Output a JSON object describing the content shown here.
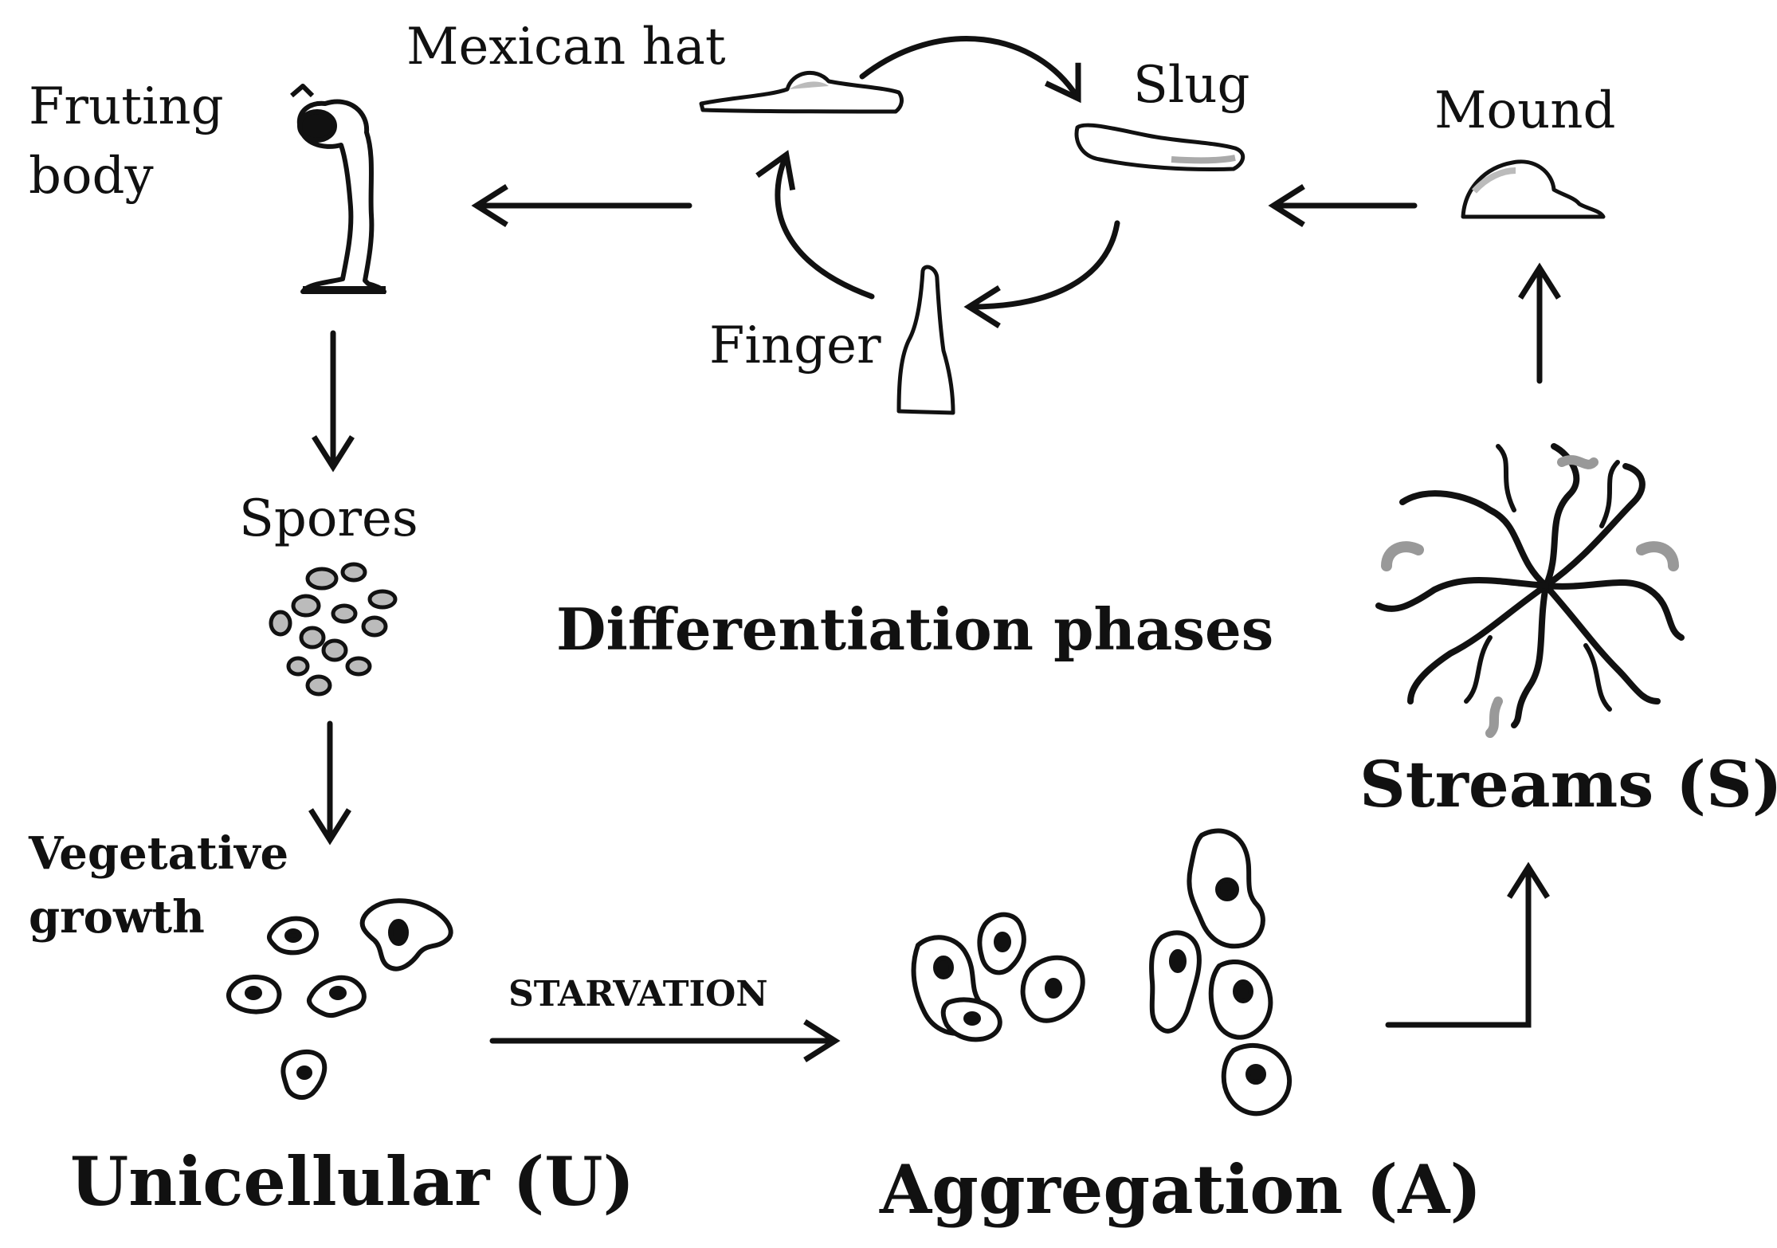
{
  "labels": {
    "fruiting_body_line1": "Fruting",
    "fruiting_body_line2": "body",
    "mexican_hat": "Mexican hat",
    "slug": "Slug",
    "mound": "Mound",
    "finger": "Finger",
    "spores": "Spores",
    "differentiation_phases": "Differentiation phases",
    "streams": "Streams (S)",
    "vegetative_line1": "Vegetative",
    "vegetative_line2": "growth",
    "starvation": "STARVATION",
    "unicellular": "Unicellular (U)",
    "aggregation": "Aggregation (A)"
  },
  "colors": {
    "ink": "#111111",
    "shade": "#bdbdbd",
    "fill": "#ffffff"
  },
  "icons": [
    "fruiting-body-icon",
    "mexican-hat-icon",
    "slug-icon",
    "mound-icon",
    "finger-icon",
    "spores-icon",
    "streams-icon",
    "amoeba-cells-icon",
    "aggregation-cells-icon"
  ]
}
